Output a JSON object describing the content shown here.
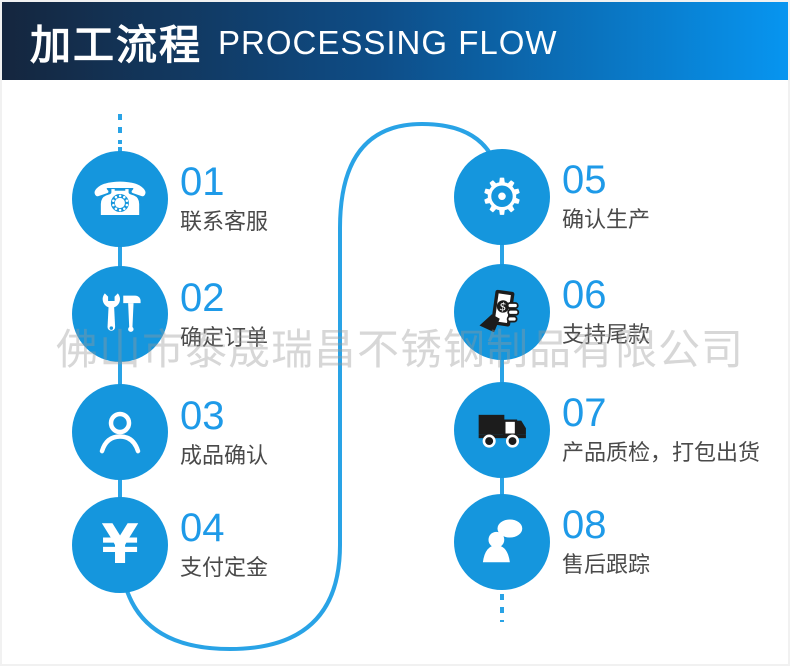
{
  "header": {
    "title_zh": "加工流程",
    "title_en": "PROCESSING FLOW"
  },
  "watermark": "佛山市泰晟瑞昌不锈钢制品有限公司",
  "glyphs": {
    "phone": "☎",
    "gear": "⚙",
    "yen": "¥"
  },
  "colors": {
    "circle_blue": "#1596dd",
    "line_blue": "#29a3e6",
    "number_blue": "#1e9ae8",
    "label_gray": "#4a4a4a",
    "header_dark": "#15263e",
    "header_bright": "#0795f0",
    "watermark_gray": "#dedede"
  },
  "steps": [
    {
      "number": "01",
      "label": "联系客服",
      "icon": "phone-icon"
    },
    {
      "number": "02",
      "label": "确定订单",
      "icon": "tools-icon"
    },
    {
      "number": "03",
      "label": "成品确认",
      "icon": "person-icon"
    },
    {
      "number": "04",
      "label": "支付定金",
      "icon": "yen-icon"
    },
    {
      "number": "05",
      "label": "确认生产",
      "icon": "gear-icon"
    },
    {
      "number": "06",
      "label": "支持尾款",
      "icon": "cash-payment-icon"
    },
    {
      "number": "07",
      "label": "产品质检，打包出货",
      "icon": "truck-icon"
    },
    {
      "number": "08",
      "label": "售后跟踪",
      "icon": "aftersales-chat-icon"
    }
  ]
}
